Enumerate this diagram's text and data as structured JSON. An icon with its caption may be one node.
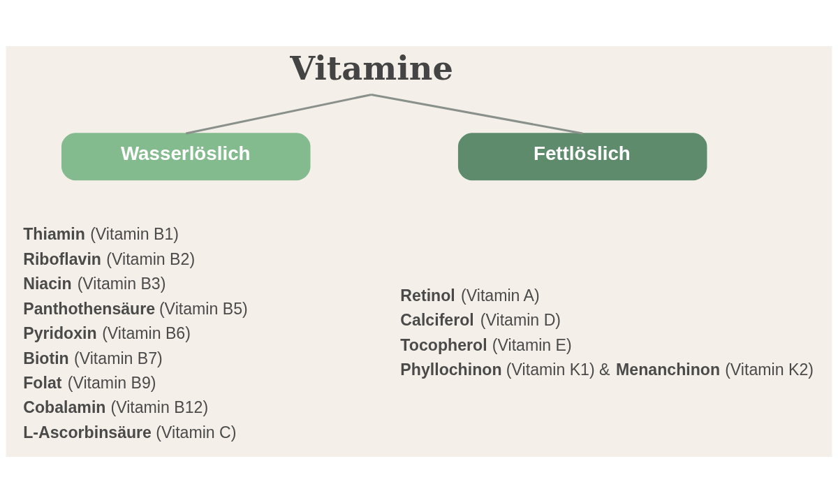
{
  "diagram": {
    "nodes": [
      {
        "text": [
          "Vitamine"
        ]
      },
      {
        "text": [
          "Wasserlöslich"
        ],
        "beside": [
          "**Thiamin** (Vitamin B1)",
          "**Riboflavin** (Vitamin B2)",
          "**Niacin** (Vitamin B3)",
          "**Panthothensäure** (Vitamin B5)",
          "**Pyridoxin** (Vitamin B6)",
          "**Biotin** (Vitamin B7)",
          "**Folat** (Vitamin B9)",
          "**Cobalamin** (Vitamin B12)",
          "**L-Ascorbinsäure** (Vitamin C)"
        ]
      },
      {
        "text": [
          "Fettlöslich"
        ],
        "beside": [
          "**Retinol** (Vitamin A)",
          "**Calciferol** (Vitamin D)",
          "**Tocopherol** (Vitamin E)",
          "**Phyllochinon** (Vitamin K1) & **Menanchinon** (Vitamin K2)"
        ]
      }
    ],
    "edges": [
      {
        "from": 0,
        "to": 1,
        "arrow": "none"
      },
      {
        "from": 0,
        "to": 2,
        "arrow": "none"
      }
    ]
  }
}
